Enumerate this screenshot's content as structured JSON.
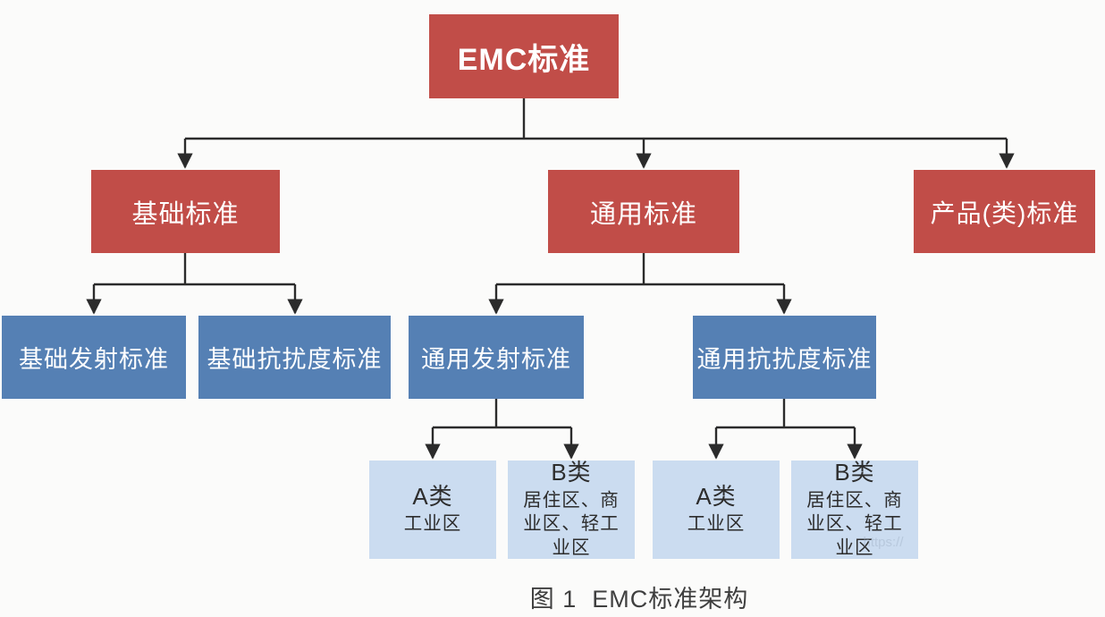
{
  "diagram": {
    "title_caption": "图 1  EMC标准架构",
    "watermark": "https://",
    "colors": {
      "red": "#c14d48",
      "blue": "#5580b4",
      "lightblue": "#cbdcf0",
      "line": "#2b2b2b",
      "whitetext": "#ffffff",
      "darktext": "#2d2d2d",
      "captiontext": "#3f3f3f",
      "bg": "#fbfbfa"
    },
    "nodes": {
      "root": {
        "label": "EMC标准"
      },
      "basic": {
        "label": "基础标准"
      },
      "generic": {
        "label": "通用标准"
      },
      "product": {
        "label": "产品(类)标准"
      },
      "basic_emission": {
        "label": "基础发射标准"
      },
      "basic_immunity": {
        "label": "基础抗扰度标准"
      },
      "generic_emission": {
        "label": "通用发射标准"
      },
      "generic_immunity": {
        "label": "通用抗扰度标准"
      },
      "class_a_emission": {
        "title": "A类",
        "subtitle": "工业区"
      },
      "class_b_emission": {
        "title": "B类",
        "subtitle": "居住区、商业区、轻工业区"
      },
      "class_a_immunity": {
        "title": "A类",
        "subtitle": "工业区"
      },
      "class_b_immunity": {
        "title": "B类",
        "subtitle": "居住区、商业区、轻工业区"
      }
    },
    "edges": [
      "EMC标准 -> 基础标准",
      "EMC标准 -> 通用标准",
      "EMC标准 -> 产品(类)标准",
      "基础标准 -> 基础发射标准",
      "基础标准 -> 基础抗扰度标准",
      "通用标准 -> 通用发射标准",
      "通用标准 -> 通用抗扰度标准",
      "通用发射标准 -> A类(工业区)",
      "通用发射标准 -> B类(居住区、商业区、轻工业区)",
      "通用抗扰度标准 -> A类(工业区)",
      "通用抗扰度标准 -> B类(居住区、商业区、轻工业区)"
    ]
  }
}
